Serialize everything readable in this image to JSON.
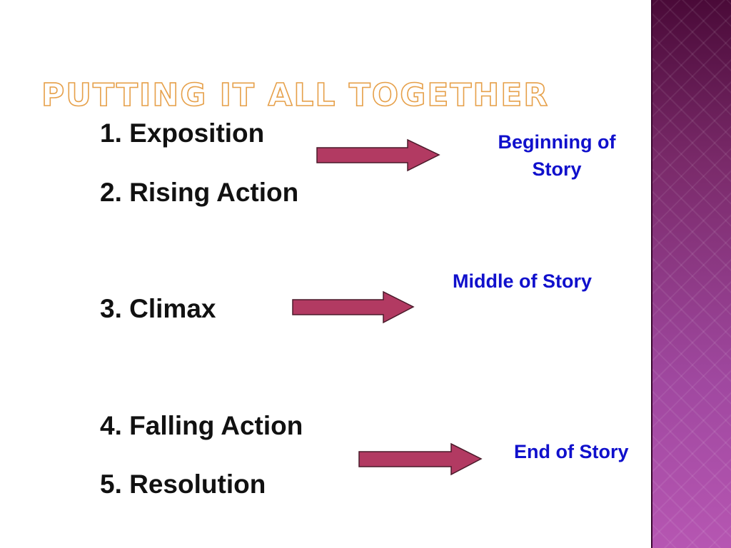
{
  "slide": {
    "title": "PUTTING IT ALL TOGETHER",
    "items": [
      "1. Exposition",
      "2. Rising Action",
      "3. Climax",
      "4. Falling Action",
      "5. Resolution"
    ],
    "labels": {
      "beginning_line1": "Beginning of",
      "beginning_line2": "Story",
      "middle": "Middle of Story",
      "end": "End of Story"
    }
  },
  "colors": {
    "arrow_fill": "#b23a62",
    "label_text": "#1010cc",
    "title_outline": "#e6a04a",
    "side_band": "#8a2f78"
  },
  "icons": [
    "right-arrow-icon"
  ]
}
